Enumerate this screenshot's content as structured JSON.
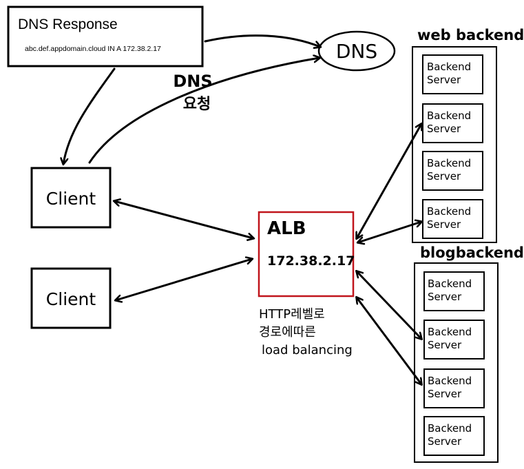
{
  "dns_response": {
    "title": "DNS Response",
    "record": "abc.def.appdomain.cloud IN A 172.38.2.17"
  },
  "dns_server": {
    "label": "DNS"
  },
  "dns_request": {
    "line1": "DNS",
    "line2": "요청"
  },
  "clients": [
    {
      "label": "Client"
    },
    {
      "label": "Client"
    }
  ],
  "alb": {
    "name": "ALB",
    "ip": "172.38.2.17",
    "accent": "#c0141b",
    "note_line1": "HTTP레벨로",
    "note_line2": "경로에따른",
    "note_line3": "load balancing"
  },
  "web_backend": {
    "title": "web backend",
    "servers": [
      {
        "line1": "Backend",
        "line2": "Server"
      },
      {
        "line1": "Backend",
        "line2": "Server"
      },
      {
        "line1": "Backend",
        "line2": "Server"
      },
      {
        "line1": "Backend",
        "line2": "Server"
      }
    ]
  },
  "blog_backend": {
    "title": "blogbackend",
    "servers": [
      {
        "line1": "Backend",
        "line2": "Server"
      },
      {
        "line1": "Backend",
        "line2": "Server"
      },
      {
        "line1": "Backend",
        "line2": "Server"
      },
      {
        "line1": "Backend",
        "line2": "Server"
      }
    ]
  }
}
